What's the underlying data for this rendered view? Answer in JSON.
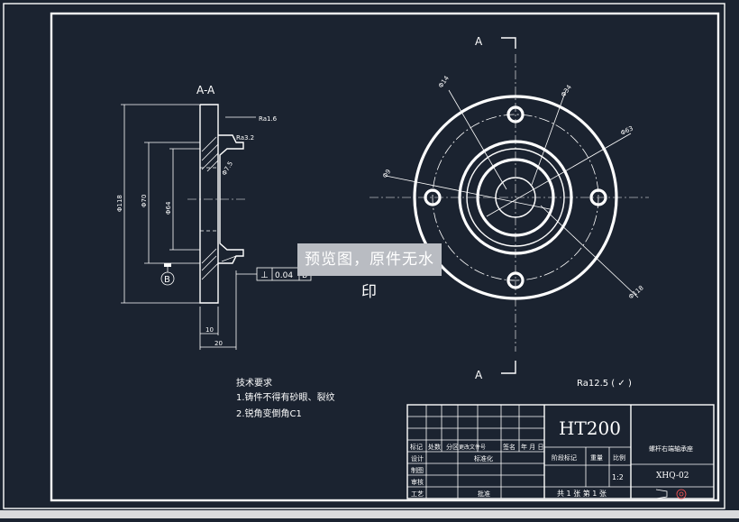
{
  "section_label": "A-A",
  "view_label_top": "A",
  "view_label_bottom": "A",
  "datum_label": "B",
  "dims_section": {
    "d118": "Φ118",
    "d70": "Φ70",
    "d64": "Φ64",
    "d75": "Φ7.5",
    "ra16": "Ra1.6",
    "ra32": "Ra3.2",
    "w10": "10",
    "w20": "20"
  },
  "dims_plan": {
    "d14": "Φ14",
    "d34": "Φ34",
    "d63": "Φ63",
    "d9": "Φ9",
    "d118": "Φ118"
  },
  "tolerance": {
    "symbol": "⊥",
    "value": "0.04",
    "datum": "B"
  },
  "roughness_general": "Ra12.5 ( ✓ )",
  "tech_requirements": {
    "title": "技术要求",
    "items": [
      "1.铸件不得有砂眼、裂纹",
      "2.锐角变倒角C1"
    ]
  },
  "title_block": {
    "material": "HT200",
    "part_name": "螺杆右端轴承座",
    "drawing_no": "XHQ-02",
    "scale_label": "比例",
    "scale_value": "1:2",
    "weight_label": "重量",
    "stage_label": "阶段标记",
    "sheet_info": "共 1 张  第 1 张",
    "row_labels": [
      "设计",
      "制图",
      "审核",
      "工艺"
    ],
    "header_cols": [
      "标记",
      "处数",
      "分区",
      "更改文件号",
      "签名",
      "年 月 日"
    ],
    "standardize": "标准化",
    "approve": "批准"
  },
  "watermark": "预览图，原件无水印"
}
